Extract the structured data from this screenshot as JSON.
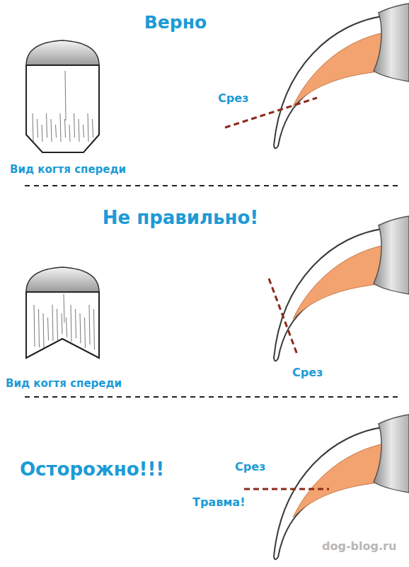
{
  "diagram": {
    "labels": [
      "Верно",
      "Вид когтя спереди",
      "Срез",
      "Не правильно!",
      "Вид когтя спереди",
      "Срез",
      "Осторожно!!!",
      "Срез",
      "Травма!",
      "dog-blog.ru"
    ]
  }
}
